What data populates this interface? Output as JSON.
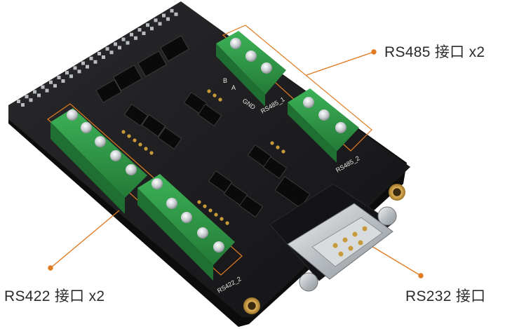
{
  "callouts": {
    "rs485": "RS485 接口 x2",
    "rs422": "RS422 接口 x2",
    "rs232": "RS232 接口"
  },
  "silkscreen": {
    "rs485_1": "RS485_1",
    "rs485_2": "RS485_2",
    "rs422_2": "RS422_2",
    "b": "B",
    "a": "A",
    "gnd": "GND"
  },
  "colors": {
    "pcb": "#1b1b1d",
    "terminal_green": "#2f9a45",
    "screw_silver": "#cfd3d6",
    "callout_line": "#e07b22",
    "gold_pad": "#c99a3a"
  }
}
